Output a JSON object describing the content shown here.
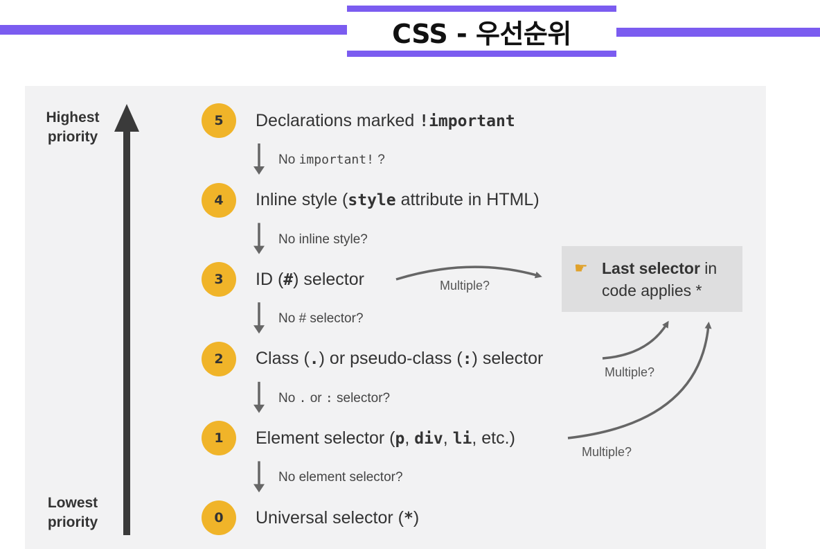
{
  "header": {
    "title": "CSS - 우선순위",
    "accent_color": "#7b5cf0"
  },
  "axis": {
    "top_label": [
      "Highest",
      "priority"
    ],
    "bottom_label": [
      "Lowest",
      "priority"
    ]
  },
  "steps": [
    {
      "number": "5",
      "parts": [
        {
          "t": "Declarations marked "
        },
        {
          "t": "!important",
          "mono": true
        }
      ]
    },
    {
      "number": "4",
      "parts": [
        {
          "t": "Inline style ("
        },
        {
          "t": "style",
          "mono": true
        },
        {
          "t": " attribute in HTML)"
        }
      ]
    },
    {
      "number": "3",
      "parts": [
        {
          "t": "ID ("
        },
        {
          "t": "#",
          "mono": true
        },
        {
          "t": ") selector"
        }
      ]
    },
    {
      "number": "2",
      "parts": [
        {
          "t": "Class ("
        },
        {
          "t": ".",
          "mono": true
        },
        {
          "t": ") or pseudo-class ("
        },
        {
          "t": ":",
          "mono": true
        },
        {
          "t": ") selector"
        }
      ]
    },
    {
      "number": "1",
      "parts": [
        {
          "t": "Element selector ("
        },
        {
          "t": "p",
          "mono": true
        },
        {
          "t": ", "
        },
        {
          "t": "div",
          "mono": true
        },
        {
          "t": ", "
        },
        {
          "t": "li",
          "mono": true
        },
        {
          "t": ", etc.)"
        }
      ]
    },
    {
      "number": "0",
      "parts": [
        {
          "t": "Universal selector ("
        },
        {
          "t": "*",
          "mono": true
        },
        {
          "t": ")"
        }
      ]
    }
  ],
  "conditions": [
    {
      "parts": [
        {
          "t": "No "
        },
        {
          "t": "important!",
          "mono": true
        },
        {
          "t": " ?"
        }
      ]
    },
    {
      "parts": [
        {
          "t": "No inline style?"
        }
      ]
    },
    {
      "parts": [
        {
          "t": "No # selector?"
        }
      ]
    },
    {
      "parts": [
        {
          "t": "No "
        },
        {
          "t": ".",
          "mono": true
        },
        {
          "t": " or "
        },
        {
          "t": ":",
          "mono": true
        },
        {
          "t": " selector?"
        }
      ]
    },
    {
      "parts": [
        {
          "t": "No element selector?"
        }
      ]
    }
  ],
  "multiple_labels": [
    "Multiple?",
    "Multiple?",
    "Multiple?"
  ],
  "result": {
    "hand_icon": "pointing-hand-icon",
    "parts": [
      {
        "t": "Last selector",
        "bold": true
      },
      {
        "t": " in"
      }
    ],
    "line2": "code applies *"
  },
  "colors": {
    "badge": "#f0b429",
    "arrow": "#666666",
    "axis_arrow": "#3a3a3a"
  }
}
